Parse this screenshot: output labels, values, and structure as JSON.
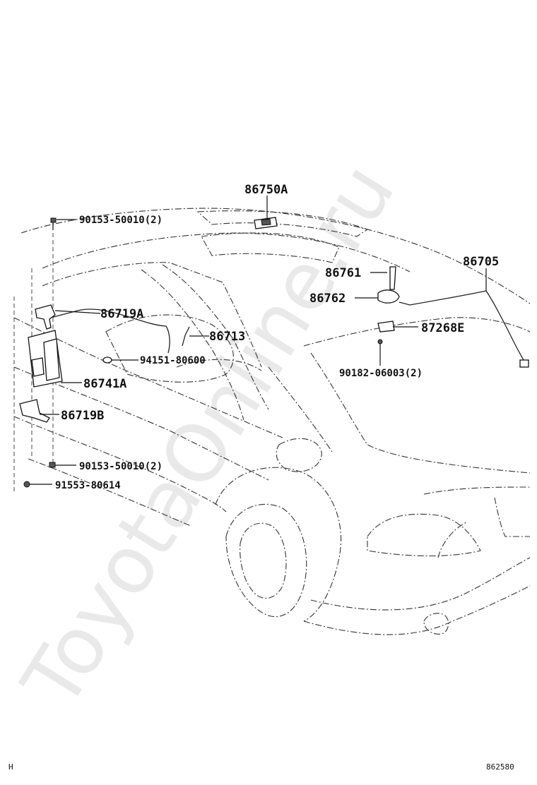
{
  "watermark": "ToyotaOnline.ru",
  "corner_left": "H",
  "corner_right": "862580",
  "callouts": {
    "c86750A": "86750A",
    "c90153_top": "90153-50010(2)",
    "c86761": "86761",
    "c86705": "86705",
    "c86719A": "86719A",
    "c86762": "86762",
    "c86713": "86713",
    "c87268E": "87268E",
    "c94151": "94151-80600",
    "c90182": "90182-06003(2)",
    "c86741A": "86741A",
    "c86719B": "86719B",
    "c90153_bot": "90153-50010(2)",
    "c91553": "91553-80614"
  }
}
